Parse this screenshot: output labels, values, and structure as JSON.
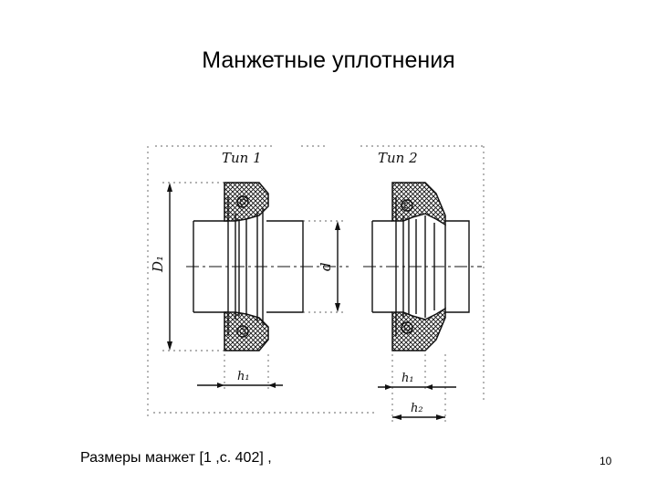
{
  "title": "Манжетные уплотнения",
  "caption": "Размеры манжет [1  ,с. 402] ,",
  "page_number": "10",
  "diagram": {
    "type1_label": "Тип 1",
    "type2_label": "Тип 2",
    "dim_D1": "D₁",
    "dim_d": "d",
    "dim_h1_left": "h₁",
    "dim_h1_right": "h₁",
    "dim_h2": "h₂"
  }
}
